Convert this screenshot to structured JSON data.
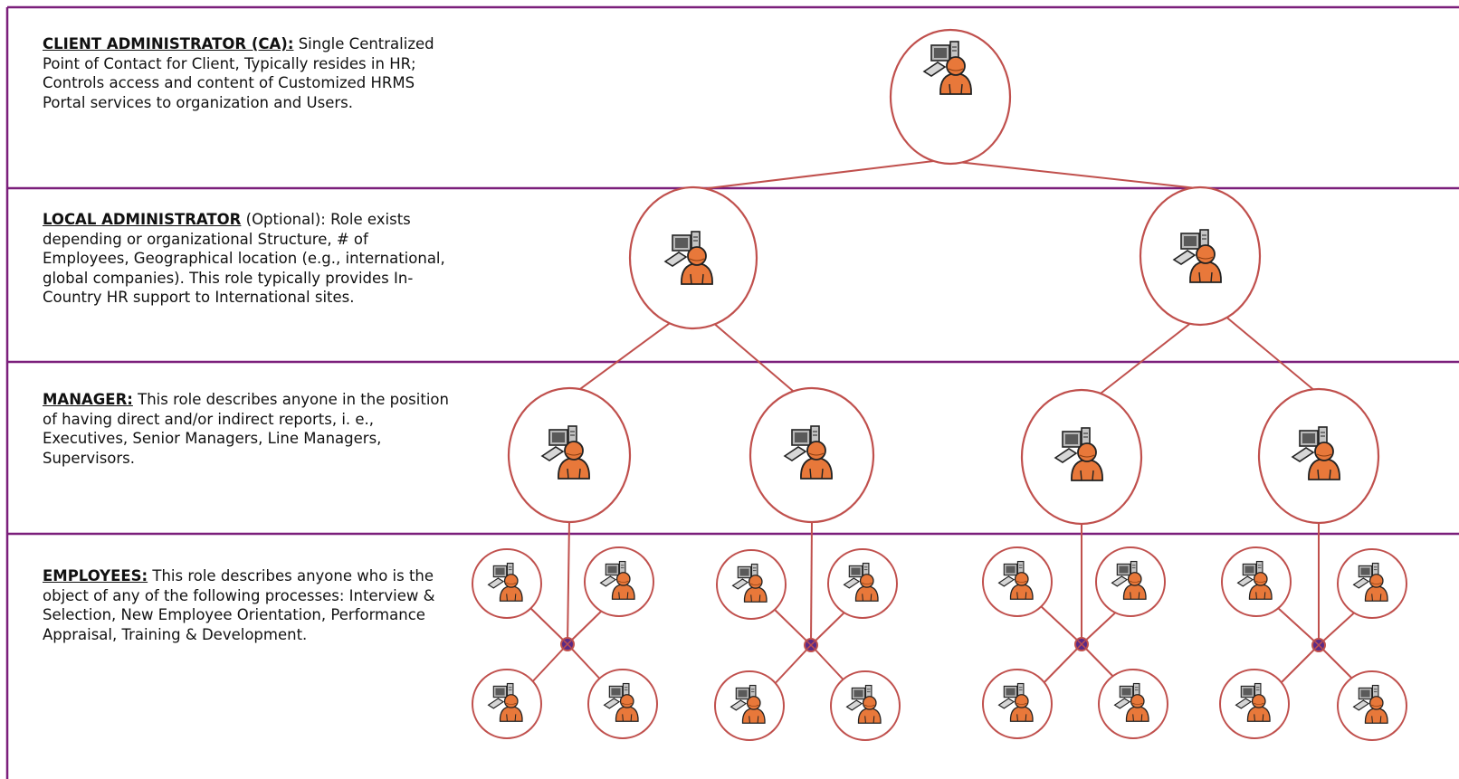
{
  "bands": [
    {
      "heading": "CLIENT ADMINISTRATOR (CA):",
      "qualifier": "",
      "body": " Single Centralized Point of Contact for Client, Typically resides in HR; Controls access and content of Customized HRMS Portal services to organization and Users."
    },
    {
      "heading": "LOCAL ADMINISTRATOR",
      "qualifier": " (Optional)",
      "body": ": Role exists depending or organizational Structure, # of Employees, Geographical location (e.g., international, global companies).  This role typically provides In-Country HR support to International sites."
    },
    {
      "heading": "MANAGER:",
      "qualifier": "",
      "body": " This role describes anyone in the position of having direct and/or indirect reports, i. e., Executives, Senior Managers, Line Managers, Supervisors."
    },
    {
      "heading": "EMPLOYEES:",
      "qualifier": "",
      "body": "  This role describes anyone who is the object of any of the following processes: Interview & Selection, New Employee Orientation, Performance Appraisal, Training & Development."
    }
  ],
  "node_icon": "user-at-computer-icon",
  "hub_icon": "junction-x-icon",
  "colors": {
    "band_line": "#7b1f7b",
    "circle_stroke": "#c0504d",
    "connector": "#c0504d",
    "person_fill": "#e8783a",
    "hub_fill": "#5b2a86"
  }
}
